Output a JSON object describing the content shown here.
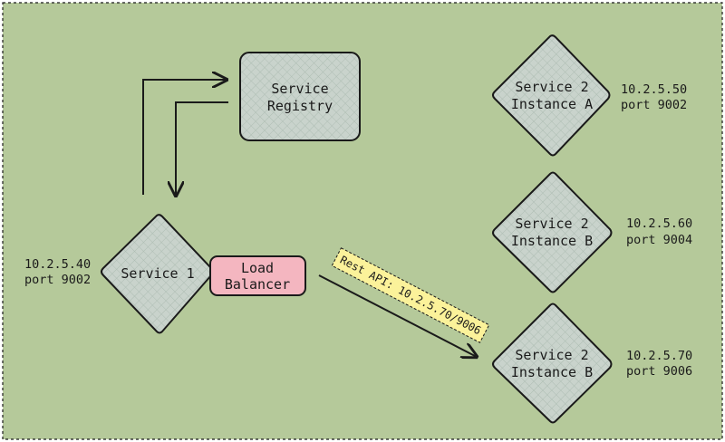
{
  "colors": {
    "background": "#b5c99a",
    "node_fill": "#c8d2cb",
    "load_balancer_fill": "#f4b6c0",
    "api_label_fill": "#fbf29a",
    "stroke": "#1a1a1a"
  },
  "service_registry": {
    "line1": "Service",
    "line2": "Registry"
  },
  "service1": {
    "label": "Service 1",
    "address": "10.2.5.40",
    "port": "port 9002"
  },
  "load_balancer": {
    "line1": "Load",
    "line2": "Balancer"
  },
  "api_label": "Rest API: 10.2.5.70/9006",
  "instances": [
    {
      "line1": "Service 2",
      "line2": "Instance A",
      "address": "10.2.5.50",
      "port": "port 9002"
    },
    {
      "line1": "Service 2",
      "line2": "Instance B",
      "address": "10.2.5.60",
      "port": "port 9004"
    },
    {
      "line1": "Service 2",
      "line2": "Instance B",
      "address": "10.2.5.70",
      "port": "port 9006"
    }
  ]
}
